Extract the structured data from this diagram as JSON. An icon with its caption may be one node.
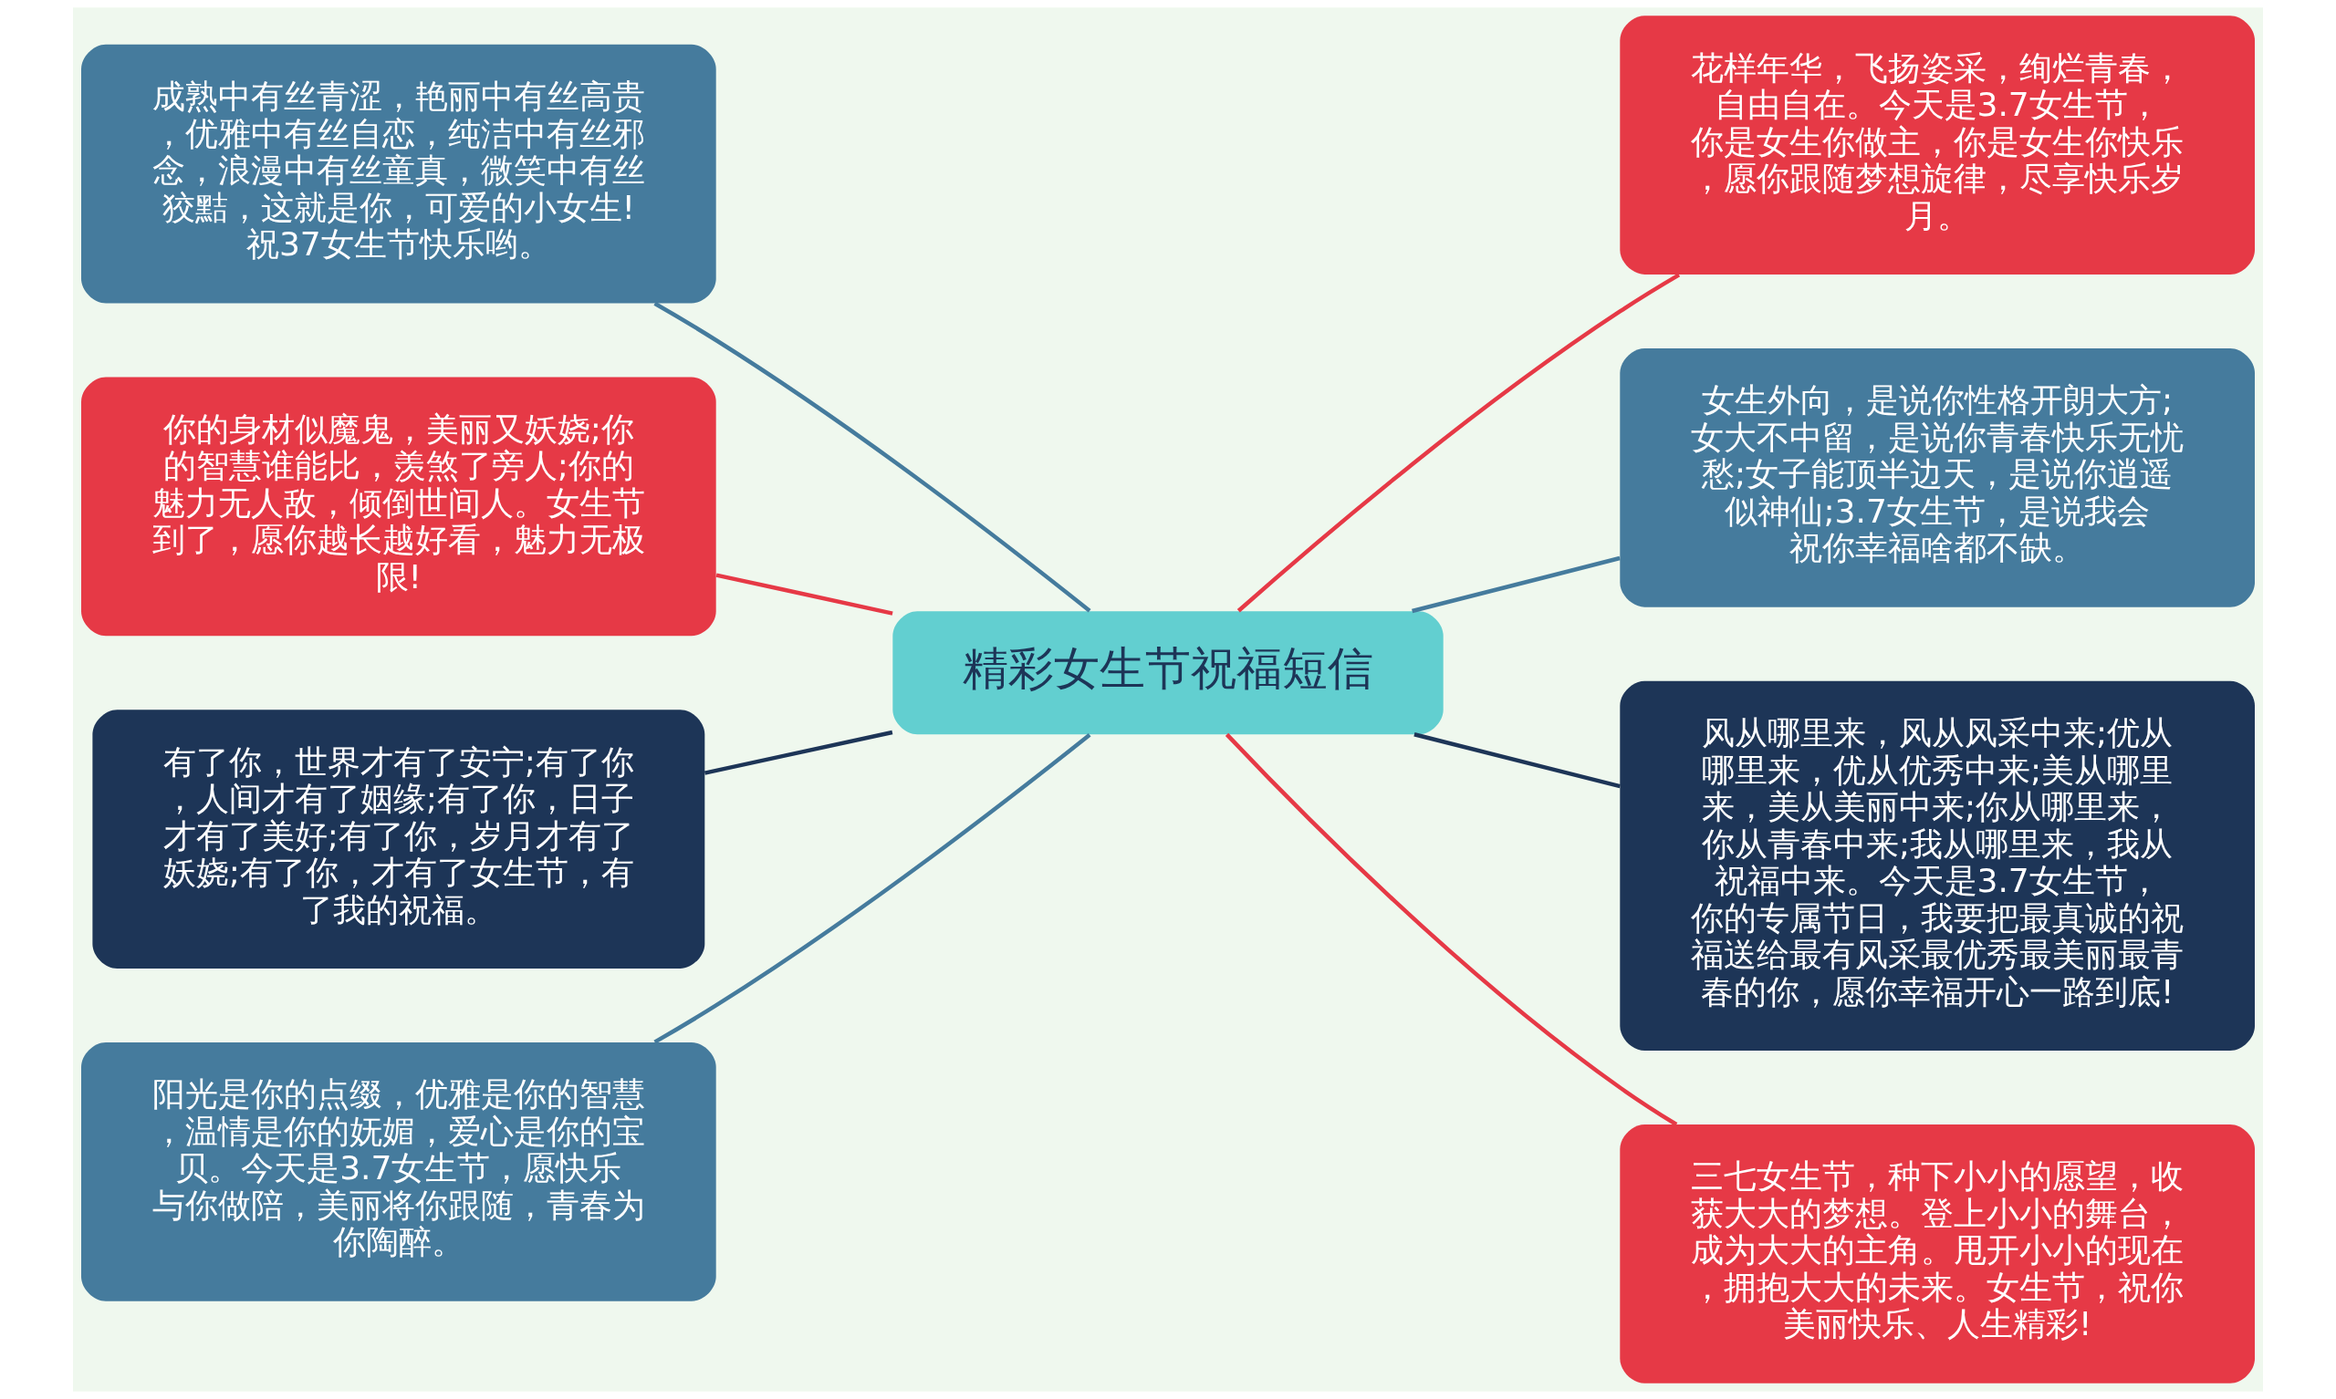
{
  "diagram": {
    "nodes": [
      {
        "text": [
          "精彩女生节祝福短信"
        ]
      },
      {
        "text": [
          "成熟中有丝青涩，艳丽中有丝高贵，优雅中有丝自恋，纯洁中有丝邪念，浪漫中有丝童真，微笑中有丝狡黠，这就是你，可爱的小女生!祝37女生节快乐哟。"
        ]
      },
      {
        "text": [
          "你的身材似魔鬼，美丽又妖娆;你的智慧谁能比，羡煞了旁人;你的魅力无人敌，倾倒世间人。女生节到了，愿你越长越好看，魅力无极限!"
        ]
      },
      {
        "text": [
          "有了你，世界才有了安宁;有了你，人间才有了姻缘;有了你，日子才有了美好;有了你，岁月才有了妖娆;有了你，才有了女生节，有了我的祝福。"
        ]
      },
      {
        "text": [
          "阳光是你的点缀，优雅是你的智慧，温情是你的妩媚，爱心是你的宝贝。今天是3.7女生节，愿快乐与你做陪，美丽将你跟随，青春为你陶醉。"
        ]
      },
      {
        "text": [
          "花样年华，飞扬姿采，绚烂青春，自由自在。今天是3.7女生节，你是女生你做主，你是女生你快乐，愿你跟随梦想旋律，尽享快乐岁月。"
        ]
      },
      {
        "text": [
          "女生外向，是说你性格开朗大方;女大不中留，是说你青春快乐无忧愁;女子能顶半边天，是说你逍遥似神仙;3.7女生节，是说我会祝你幸福啥都不缺。"
        ]
      },
      {
        "text": [
          "风从哪里来，风从风采中来;优从哪里来，优从优秀中来;美从哪里来，美从美丽中来;你从哪里来，你从青春中来;我从哪里来，我从祝福中来。今天是3.7女生节，你的专属节日，我要把最真诚的祝福送给最有风采最优秀最美丽最青春的你，愿你幸福开心一路到底!"
        ]
      },
      {
        "text": [
          "三七女生节，种下小小的愿望，收获大大的梦想。登上小小的舞台，成为大大的主角。甩开小小的现在，拥抱大大的未来。女生节，祝你美丽快乐、人生精彩!"
        ]
      }
    ],
    "edges": [
      {
        "from": 0,
        "to": 1,
        "arrow": "none",
        "color": "#457b9d"
      },
      {
        "from": 0,
        "to": 2,
        "arrow": "none",
        "color": "#e63946"
      },
      {
        "from": 0,
        "to": 3,
        "arrow": "none",
        "color": "#1d3557"
      },
      {
        "from": 0,
        "to": 4,
        "arrow": "none",
        "color": "#457b9d"
      },
      {
        "from": 0,
        "to": 5,
        "arrow": "none",
        "color": "#e63946"
      },
      {
        "from": 0,
        "to": 6,
        "arrow": "none",
        "color": "#457b9d"
      },
      {
        "from": 0,
        "to": 7,
        "arrow": "none",
        "color": "#1d3557"
      },
      {
        "from": 0,
        "to": 8,
        "arrow": "none",
        "color": "#e63946"
      }
    ]
  }
}
